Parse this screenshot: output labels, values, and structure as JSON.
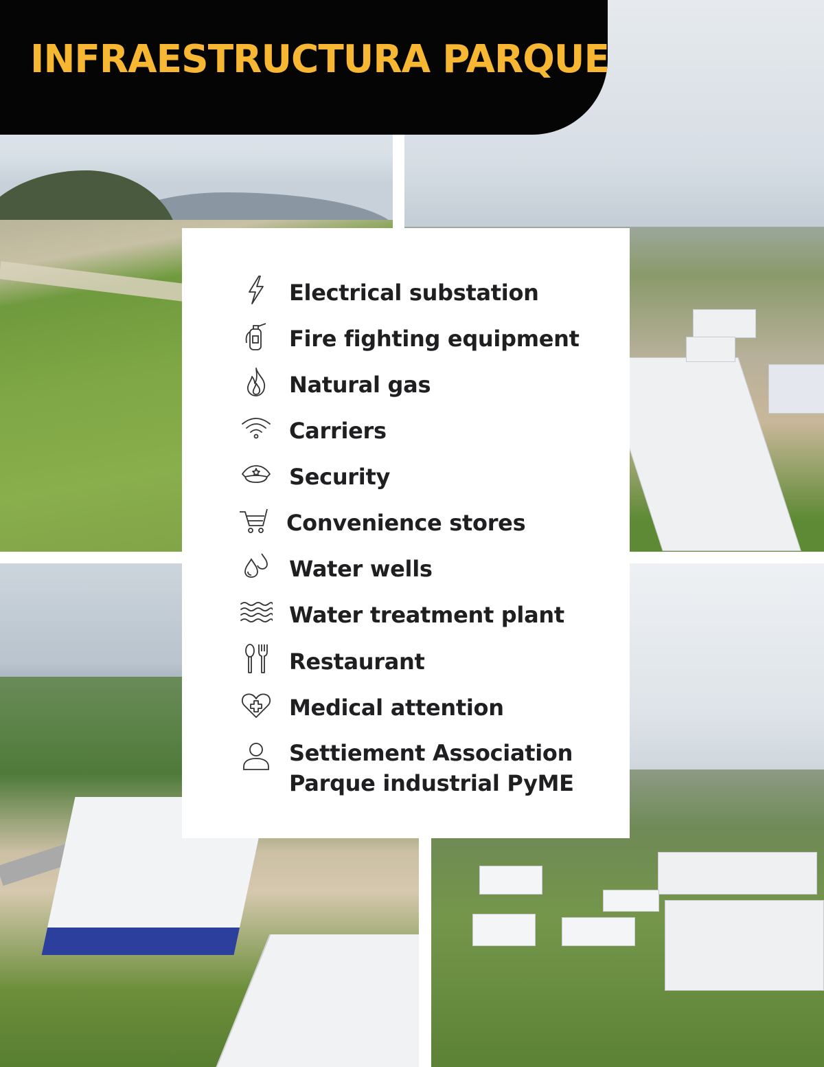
{
  "header": {
    "title": "INFRAESTRUCTURA PARQUE",
    "background": "#050505",
    "accent": "#f7b733"
  },
  "amenities": [
    {
      "icon": "lightning-icon",
      "label": "Electrical substation"
    },
    {
      "icon": "fire-extinguisher-icon",
      "label": "Fire fighting equipment"
    },
    {
      "icon": "flame-icon",
      "label": "Natural gas"
    },
    {
      "icon": "wifi-icon",
      "label": "Carriers"
    },
    {
      "icon": "police-cap-icon",
      "label": "Security"
    },
    {
      "icon": "shopping-cart-icon",
      "label": "Convenience stores"
    },
    {
      "icon": "water-drops-icon",
      "label": "Water wells"
    },
    {
      "icon": "waves-icon",
      "label": "Water treatment plant"
    },
    {
      "icon": "fork-spoon-icon",
      "label": "Restaurant"
    },
    {
      "icon": "heart-cross-icon",
      "label": "Medical attention"
    },
    {
      "icon": "person-icon",
      "label": "Settiement Association",
      "label2": "Parque industrial PyME"
    }
  ]
}
